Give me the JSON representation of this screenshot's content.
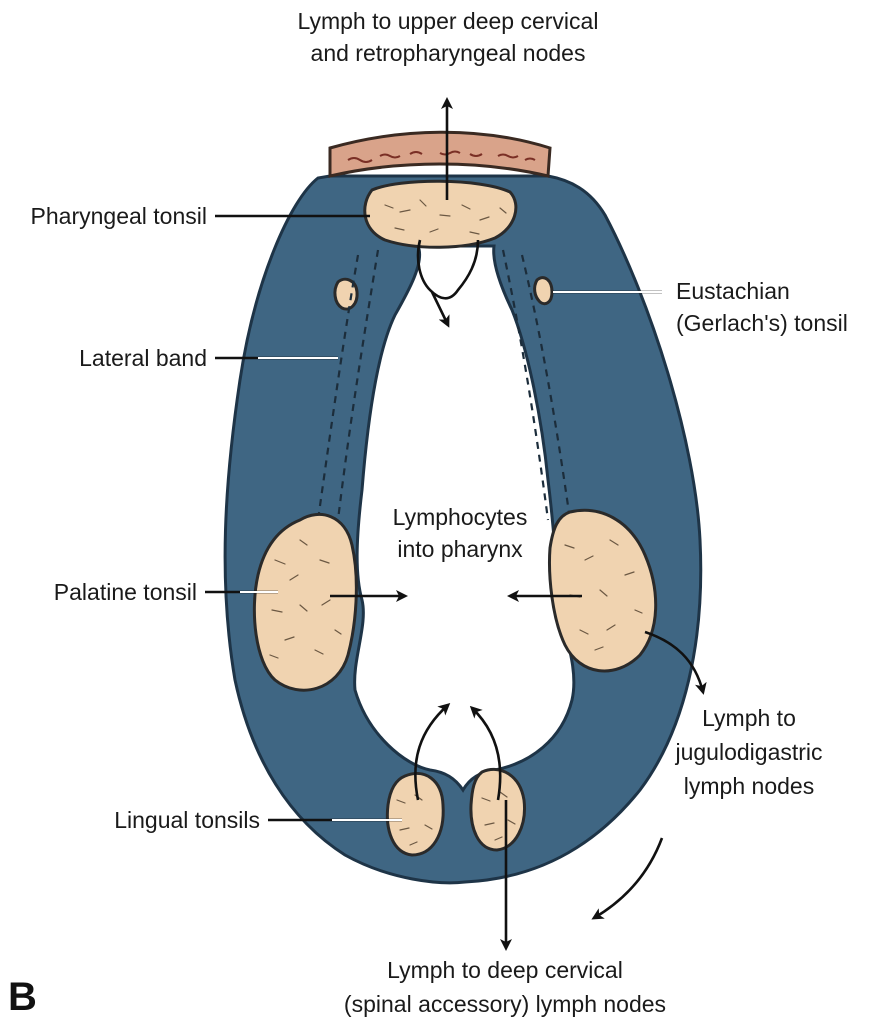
{
  "labels": {
    "top_line1": "Lymph to upper deep cervical",
    "top_line2": "and retropharyngeal nodes",
    "pharyngeal": "Pharyngeal tonsil",
    "eustachian_line1": "Eustachian",
    "eustachian_line2": "(Gerlach's) tonsil",
    "lateral_band": "Lateral band",
    "lymphocytes_line1": "Lymphocytes",
    "lymphocytes_line2": "into pharynx",
    "palatine": "Palatine tonsil",
    "jugulo_line1": "Lymph to",
    "jugulo_line2": "jugulodigastric",
    "jugulo_line3": "lymph nodes",
    "lingual": "Lingual tonsils",
    "bottom_line1": "Lymph to deep cervical",
    "bottom_line2": "(spinal accessory) lymph nodes",
    "panel": "B"
  },
  "colors": {
    "mucosa_blue": "#3f6683",
    "tonsil_tissue": "#f0d3b0",
    "adenoid_band": "#d9a38a"
  }
}
